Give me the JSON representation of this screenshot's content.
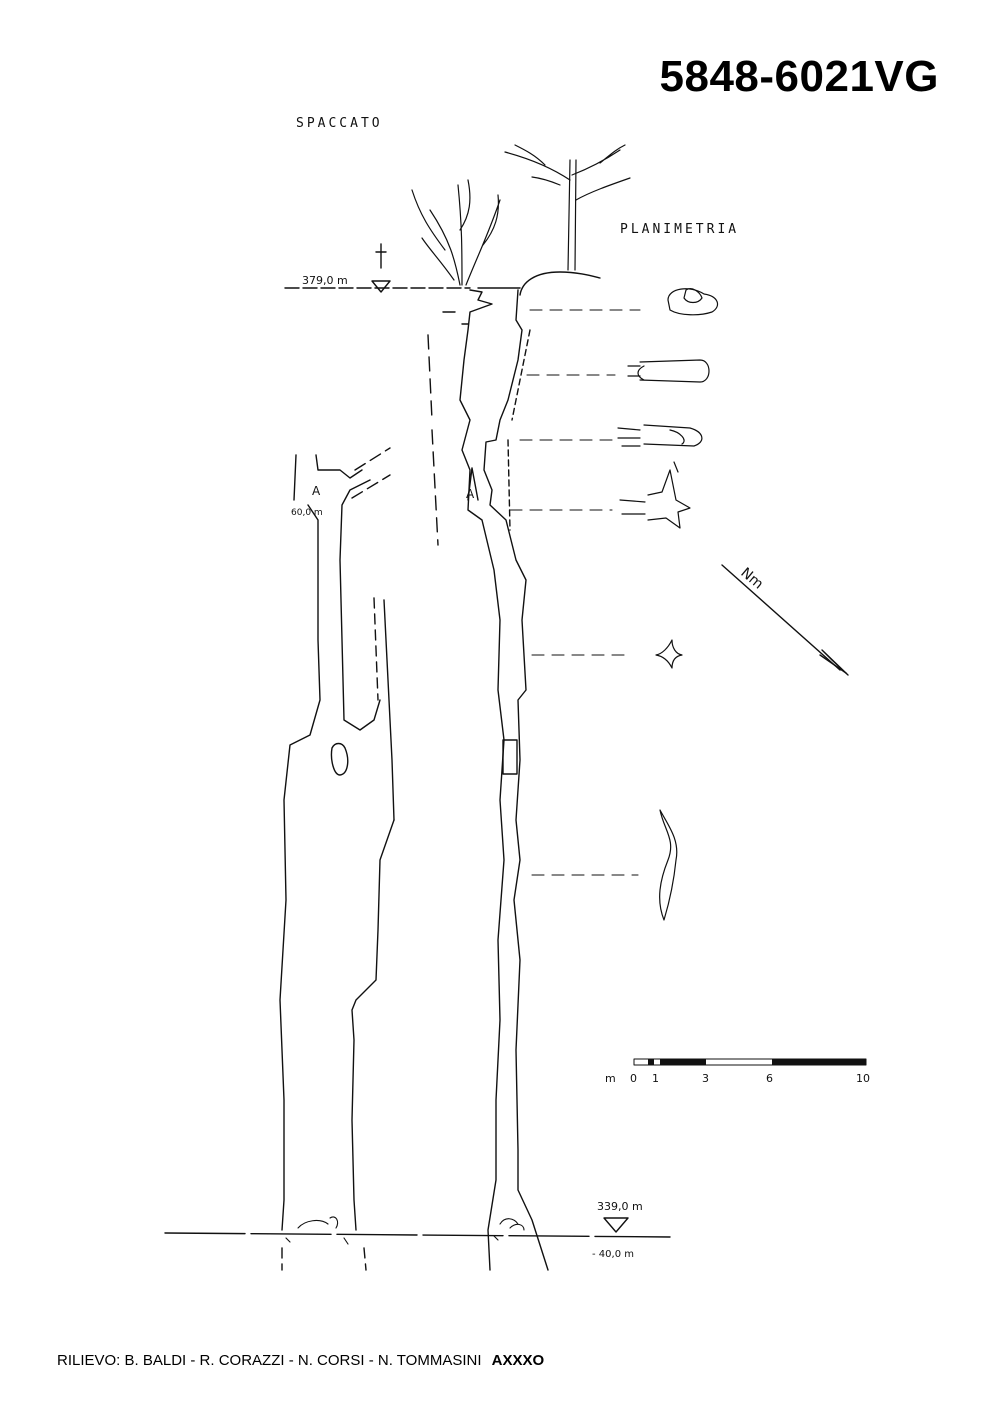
{
  "document": {
    "code": "5848-6021VG",
    "section_label": "SPACCATO",
    "plan_label": "PLANIMETRIA",
    "elevation_top": "379,0 m",
    "elevation_bottom": "339,0 m",
    "depth": "- 40,0 m",
    "depth_marker": "60,0 m",
    "marker_a": "A",
    "north_label": "Nm",
    "scale": {
      "unit": "m",
      "ticks": [
        "0",
        "1",
        "3",
        "6",
        "10"
      ]
    },
    "credits": "RILIEVO: B. BALDI - R. CORAZZI - N. CORSI - N. TOMMASINI",
    "credits_group": "AXXXO"
  }
}
